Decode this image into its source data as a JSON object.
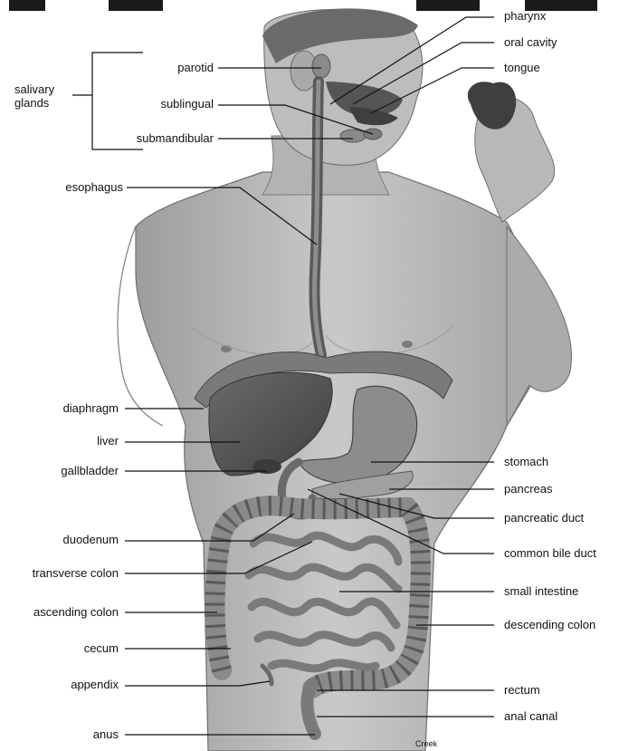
{
  "labels": {
    "salivary_glands": [
      "salivary",
      "glands"
    ],
    "parotid": "parotid",
    "sublingual": "sublingual",
    "submandibular": "submandibular",
    "esophagus": "esophagus",
    "pharynx": "pharynx",
    "oral_cavity": "oral cavity",
    "tongue": "tongue",
    "diaphragm": "diaphragm",
    "liver": "liver",
    "gallbladder": "gallbladder",
    "duodenum": "duodenum",
    "transverse_colon": "transverse colon",
    "ascending_colon": "ascending colon",
    "cecum": "cecum",
    "appendix": "appendix",
    "anus": "anus",
    "stomach": "stomach",
    "pancreas": "pancreas",
    "pancreatic_duct": "pancreatic duct",
    "common_bile_duct": "common bile duct",
    "small_intestine": "small intestine",
    "descending_colon": "descending colon",
    "rectum": "rectum",
    "anal_canal": "anal canal"
  },
  "credit": "Creek",
  "colors": {
    "skin": "#b9b9b9",
    "skin_dark": "#8e8e8e",
    "organ": "#6f6f6f",
    "organ_dark": "#4a4a4a",
    "intestine": "#9a9a9a",
    "line": "#111111"
  }
}
